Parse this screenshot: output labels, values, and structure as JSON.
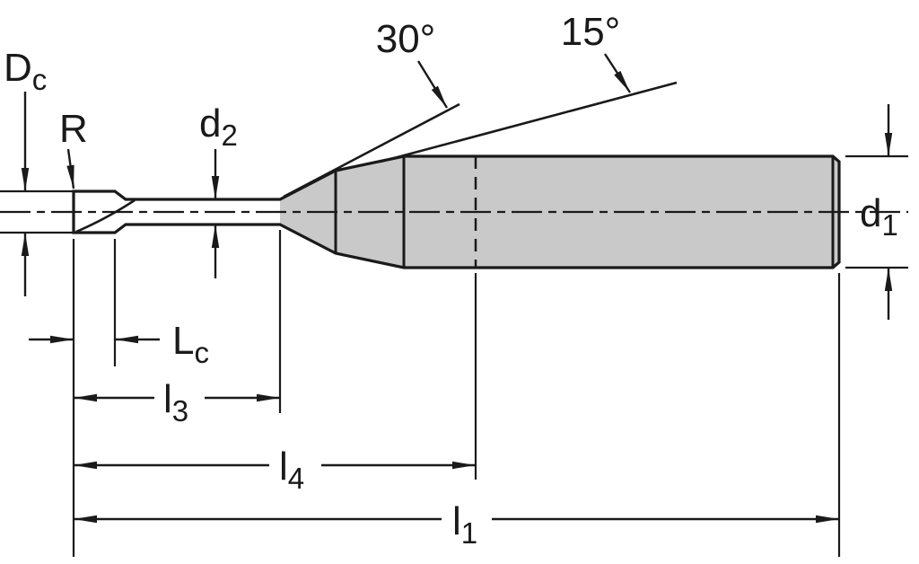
{
  "diagram": {
    "type": "technical-drawing",
    "subject": "end-mill-side-view",
    "labels": {
      "cutting_diameter": {
        "main": "D",
        "sub": "c"
      },
      "corner_radius": "R",
      "neck_diameter": {
        "main": "d",
        "sub": "2"
      },
      "taper_angle_primary": "30°",
      "taper_angle_secondary": "15°",
      "shank_diameter": {
        "main": "d",
        "sub": "1"
      },
      "cutting_length": {
        "main": "L",
        "sub": "c"
      },
      "neck_length": {
        "main": "l",
        "sub": "3"
      },
      "reach_length": {
        "main": "l",
        "sub": "4"
      },
      "overall_length": {
        "main": "l",
        "sub": "1"
      }
    },
    "colors": {
      "tool_fill": "#c9c9c9",
      "line": "#1a1a1a",
      "background": "#ffffff"
    }
  }
}
